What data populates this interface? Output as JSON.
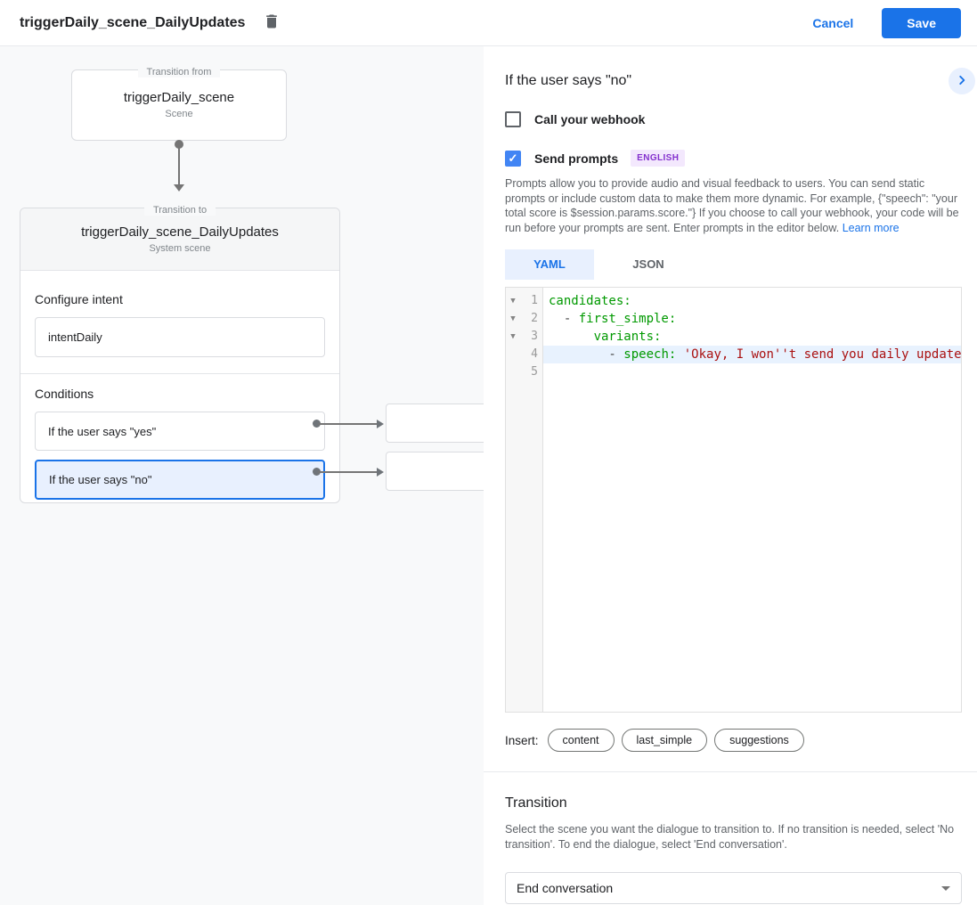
{
  "colors": {
    "accent": "#1a73e8",
    "canvas_bg": "#f8f9fa",
    "selected_condition_bg": "#e8f0fe",
    "badge_bg": "#f3e8fd",
    "badge_text": "#8430ce",
    "code_key": "#009900",
    "code_string": "#aa1111"
  },
  "header": {
    "title": "triggerDaily_scene_DailyUpdates",
    "delete_icon": "trash-icon",
    "cancel_label": "Cancel",
    "save_label": "Save"
  },
  "canvas": {
    "from_node": {
      "legend": "Transition from",
      "title": "triggerDaily_scene",
      "subtitle": "Scene"
    },
    "to_node": {
      "legend": "Transition to",
      "title": "triggerDaily_scene_DailyUpdates",
      "subtitle": "System scene",
      "configure_intent_label": "Configure intent",
      "intent_value": "intentDaily",
      "conditions_label": "Conditions",
      "conditions": [
        {
          "label": "If the user says \"yes\"",
          "selected": false
        },
        {
          "label": "If the user says \"no\"",
          "selected": true
        }
      ]
    }
  },
  "panel": {
    "title": "If the user says \"no\"",
    "collapse_icon": "chevron-right-icon",
    "webhook": {
      "label": "Call your webhook",
      "checked": false
    },
    "prompts": {
      "label": "Send prompts",
      "checked": true,
      "check_glyph": "✓",
      "badge": "ENGLISH"
    },
    "description": "Prompts allow you to provide audio and visual feedback to users. You can send static prompts or include custom data to make them more dynamic. For example, {\"speech\": \"your total score is $session.params.score.\"} If you choose to call your webhook, your code will be run before your prompts are sent. Enter prompts in the editor below.",
    "learn_more": "Learn more",
    "tabs": [
      {
        "label": "YAML",
        "active": true
      },
      {
        "label": "JSON",
        "active": false
      }
    ],
    "editor": {
      "lines": [
        {
          "num": "1",
          "fold_icon": "▼",
          "active": false,
          "tokens": {
            "t0": "candidates:"
          }
        },
        {
          "num": "2",
          "fold_icon": "▼",
          "active": false,
          "tokens": {
            "t0": "  - ",
            "t1": "first_simple:"
          }
        },
        {
          "num": "3",
          "fold_icon": "▼",
          "active": false,
          "tokens": {
            "t0": "      ",
            "t1": "variants:"
          }
        },
        {
          "num": "4",
          "fold_icon": "",
          "active": true,
          "tokens": {
            "t0": "        - ",
            "t1": "speech:",
            "t2": " ",
            "t3": "'Okay, I won''t send you daily update"
          }
        },
        {
          "num": "5",
          "fold_icon": "",
          "active": false,
          "tokens": {}
        }
      ]
    },
    "insert_label": "Insert:",
    "insert_chips": [
      "content",
      "last_simple",
      "suggestions"
    ],
    "transition": {
      "title": "Transition",
      "description": "Select the scene you want the dialogue to transition to. If no transition is needed, select 'No transition'. To end the dialogue, select 'End conversation'.",
      "selected_value": "End conversation"
    }
  }
}
